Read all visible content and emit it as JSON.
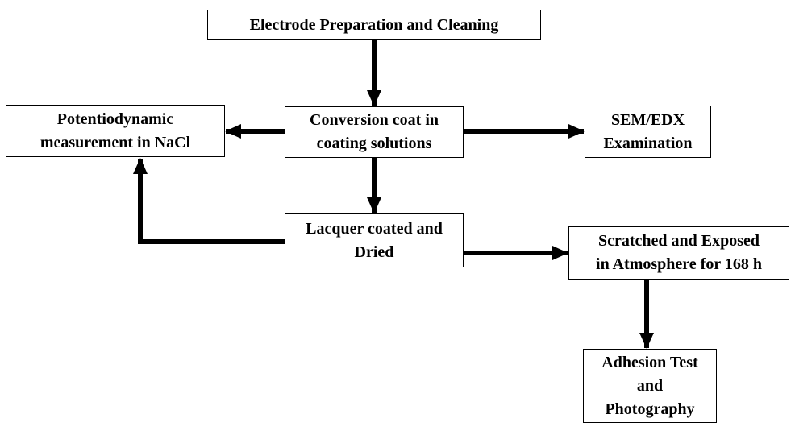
{
  "nodes": {
    "electrode": {
      "lines": [
        "Electrode Preparation and Cleaning"
      ]
    },
    "conversion": {
      "lines": [
        "Conversion coat in",
        "coating solutions"
      ]
    },
    "potentiodynamic": {
      "lines": [
        "Potentiodynamic",
        "measurement in NaCl"
      ]
    },
    "sem": {
      "lines": [
        "SEM/EDX",
        "Examination"
      ]
    },
    "lacquer": {
      "lines": [
        "Lacquer coated and",
        "Dried"
      ]
    },
    "scratched": {
      "lines": [
        "Scratched and Exposed",
        "in Atmosphere for 168 h"
      ]
    },
    "adhesion": {
      "lines": [
        "Adhesion Test",
        "and",
        "Photography"
      ]
    }
  },
  "edges": [
    {
      "from": "electrode",
      "to": "conversion"
    },
    {
      "from": "conversion",
      "to": "potentiodynamic"
    },
    {
      "from": "conversion",
      "to": "sem"
    },
    {
      "from": "conversion",
      "to": "lacquer"
    },
    {
      "from": "lacquer",
      "to": "potentiodynamic"
    },
    {
      "from": "lacquer",
      "to": "scratched"
    },
    {
      "from": "scratched",
      "to": "adhesion"
    }
  ],
  "colors": {
    "line": "#000000",
    "box_border": "#000000",
    "text": "#000000",
    "background": "#ffffff"
  }
}
